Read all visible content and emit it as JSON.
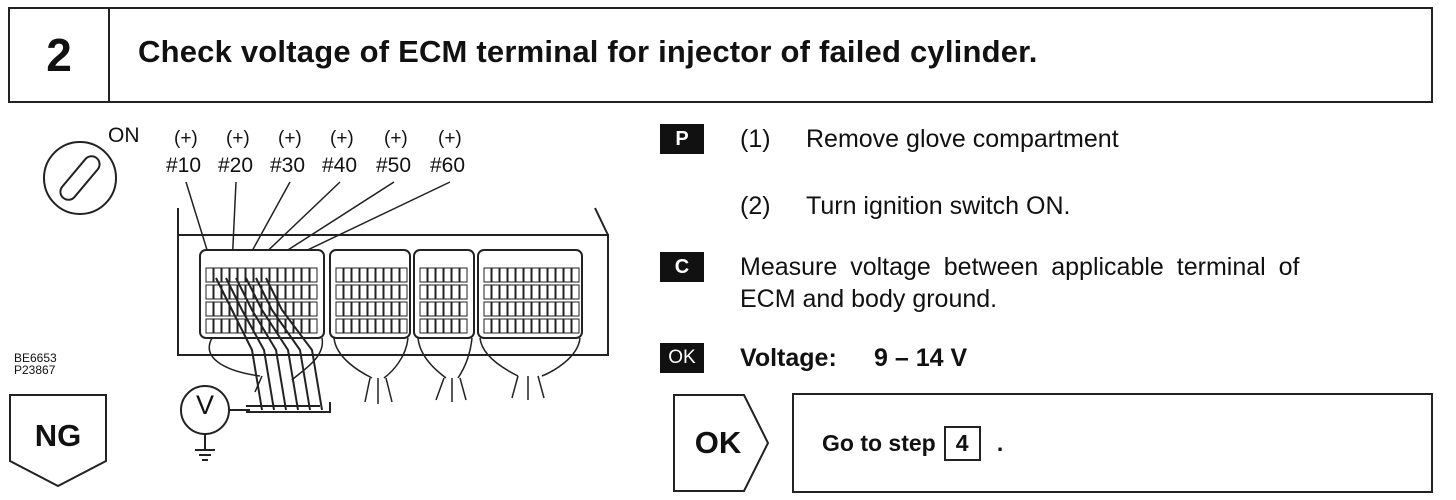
{
  "header": {
    "step_number": "2",
    "title": "Check voltage of ECM terminal for injector of failed cylinder."
  },
  "diagram": {
    "ignition_label": "ON",
    "terminals": [
      {
        "polarity": "(+)",
        "name": "#10"
      },
      {
        "polarity": "(+)",
        "name": "#20"
      },
      {
        "polarity": "(+)",
        "name": "#30"
      },
      {
        "polarity": "(+)",
        "name": "#40"
      },
      {
        "polarity": "(+)",
        "name": "#50"
      },
      {
        "polarity": "(+)",
        "name": "#60"
      }
    ],
    "codes": [
      "BE6653",
      "P23867"
    ],
    "voltmeter_symbol": "V"
  },
  "procedure": {
    "p_badge": "P",
    "step1_num": "(1)",
    "step1_text": "Remove glove compartment",
    "step2_num": "(2)",
    "step2_text": "Turn ignition switch ON.",
    "c_badge": "C",
    "measure_line1": "Measure voltage between applicable terminal of",
    "measure_line2": "ECM and body ground.",
    "ok_badge": "OK",
    "voltage_label": "Voltage:",
    "voltage_value": "9 – 14 V"
  },
  "results": {
    "ng_label": "NG",
    "ok_label": "OK",
    "goto_text": "Go to step",
    "goto_step": "4",
    "goto_suffix": "."
  }
}
